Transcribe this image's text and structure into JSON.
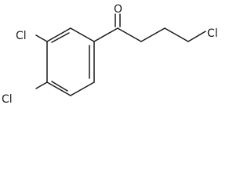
{
  "molecule": {
    "atoms": {
      "oxygen": "O",
      "chlorine_meta": "Cl",
      "chlorine_para": "Cl",
      "chlorine_chain": "Cl"
    },
    "colors": {
      "bond": "#1a1a1a",
      "label": "#1a1a1a",
      "background": "#ffffff"
    }
  }
}
